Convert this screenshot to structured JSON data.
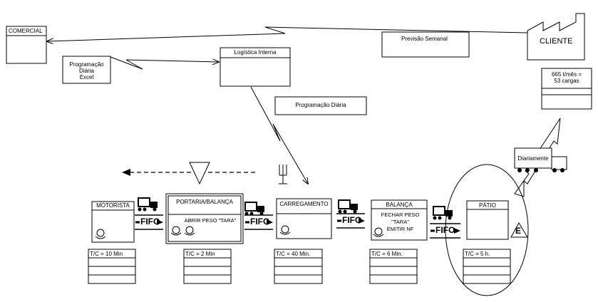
{
  "top": {
    "comercial": "COMERCIAL",
    "logistica": "Logística Interna",
    "programacao_excel": [
      "Programação",
      "Diária",
      "Excel"
    ],
    "previsao": "Previsão  Semanal",
    "programacao_diaria": "Programação  Diária",
    "cliente": "CLIENTE",
    "cliente_info": [
      "665 t/mês =",
      "53 cargas"
    ],
    "diariamente": "Diariamente"
  },
  "processes": [
    {
      "id": "motorista",
      "title": "MOTORISTA",
      "body": [],
      "tc": "T/C = 10 Min"
    },
    {
      "id": "portaria",
      "title": "PORTARIA/BALANÇA",
      "body": [
        "ABRIR PESO \"TARA\""
      ],
      "tc": "T/C = 2 Min"
    },
    {
      "id": "carregamento",
      "title": "CARREGAMENTO",
      "body": [],
      "tc": "T/C = 40 Min."
    },
    {
      "id": "balanca",
      "title": "BALANÇA",
      "body": [
        "FECHAR PESO",
        "\"TARA\"",
        "EMITIR NF"
      ],
      "tc": "T/C = 6 Min."
    },
    {
      "id": "patio",
      "title": "PÁTIO",
      "body": [],
      "tc": "T/C = 5 h."
    }
  ],
  "fifo_label": "FIFO",
  "inventory_mark": "E",
  "colors": {
    "line": "#000000",
    "bg": "#ffffff"
  }
}
